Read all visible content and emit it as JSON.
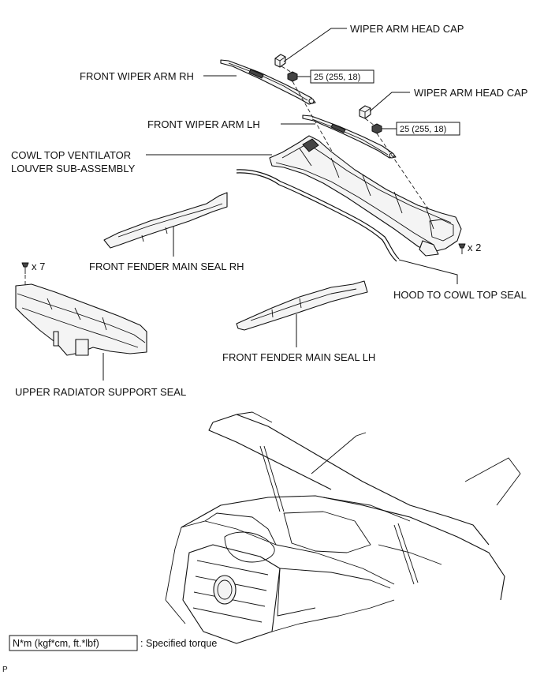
{
  "labels": {
    "wiper_arm_head_cap_1": "WIPER ARM HEAD CAP",
    "wiper_arm_head_cap_2": "WIPER ARM HEAD CAP",
    "front_wiper_arm_rh": "FRONT WIPER ARM RH",
    "front_wiper_arm_lh": "FRONT WIPER ARM LH",
    "cowl_line1": "COWL TOP VENTILATOR",
    "cowl_line2": "LOUVER SUB-ASSEMBLY",
    "front_fender_main_seal_rh": "FRONT FENDER MAIN SEAL RH",
    "front_fender_main_seal_lh": "FRONT FENDER MAIN SEAL LH",
    "hood_to_cowl_top_seal": "HOOD TO COWL TOP SEAL",
    "upper_radiator_support_seal": "UPPER RADIATOR SUPPORT SEAL"
  },
  "torque": {
    "nut_rh": "25 (255, 18)",
    "nut_lh": "25 (255, 18)"
  },
  "clips": {
    "cowl_clip_count": "x 2",
    "radiator_clip_count": "x 7"
  },
  "legend": {
    "unit_box": "N*m (kgf*cm, ft.*lbf)",
    "description": ": Specified torque"
  },
  "footer": {
    "code": "P"
  }
}
